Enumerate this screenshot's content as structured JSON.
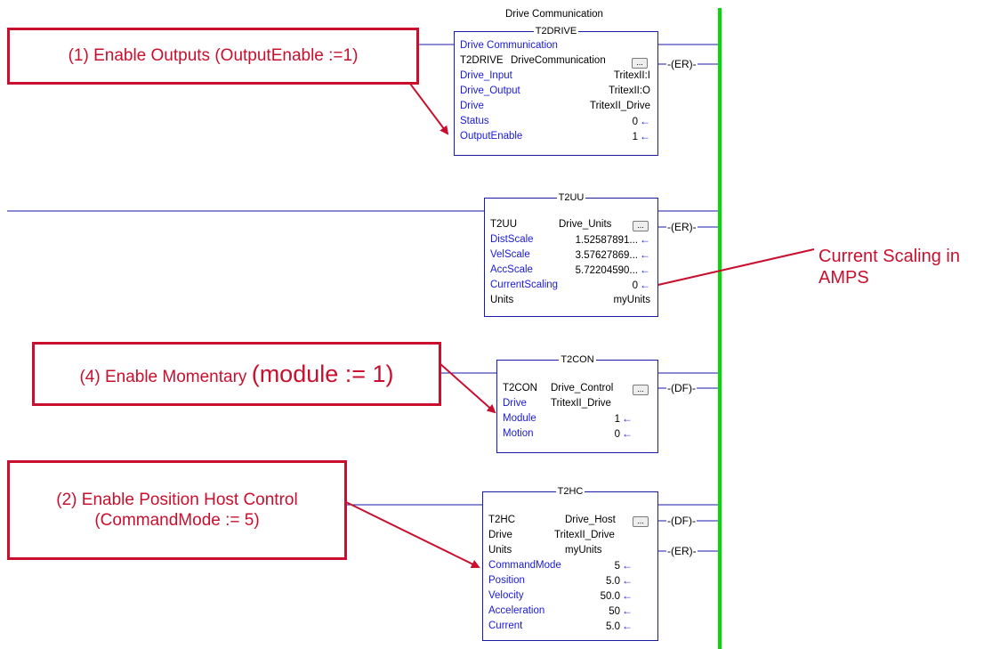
{
  "rail_color": "#00dd00",
  "wire_color": "#1a1aa8",
  "accent_red": "#c8102e",
  "rung1": {
    "title": "Drive Communication",
    "block_name": "T2DRIVE",
    "subtitle": "Drive Communication",
    "instr_label": "T2DRIVE",
    "instr_value": "DriveCommunication",
    "rows": [
      {
        "label": "Drive_Input",
        "value": "TritexII:I"
      },
      {
        "label": "Drive_Output",
        "value": "TritexII:O"
      },
      {
        "label": "Drive",
        "value": "TritexII_Drive"
      },
      {
        "label": "Status",
        "value": "0"
      },
      {
        "label": "OutputEnable",
        "value": "1"
      }
    ],
    "coil": "-(ER)-"
  },
  "rung2": {
    "block_name": "T2UU",
    "instr_label": "T2UU",
    "instr_value": "Drive_Units",
    "rows": [
      {
        "label": "DistScale",
        "value": "1.52587891..."
      },
      {
        "label": "VelScale",
        "value": "3.57627869..."
      },
      {
        "label": "AccScale",
        "value": "5.72204590..."
      },
      {
        "label": "CurrentScaling",
        "value": "0"
      },
      {
        "label": "Units",
        "value": "myUnits"
      }
    ],
    "coil": "-(ER)-"
  },
  "rung3": {
    "block_name": "T2CON",
    "instr_label": "T2CON",
    "instr_value": "Drive_Control",
    "rows": [
      {
        "label": "Drive",
        "value": "TritexII_Drive"
      },
      {
        "label": "Module",
        "value": "1"
      },
      {
        "label": "Motion",
        "value": "0"
      }
    ],
    "coil": "-(DF)-"
  },
  "rung4": {
    "block_name": "T2HC",
    "instr_label": "T2HC",
    "instr_value": "Drive_Host",
    "rows": [
      {
        "label": "Drive",
        "value": "TritexII_Drive"
      },
      {
        "label": "Units",
        "value": "myUnits"
      },
      {
        "label": "CommandMode",
        "value": "5"
      },
      {
        "label": "Position",
        "value": "5.0"
      },
      {
        "label": "Velocity",
        "value": "50.0"
      },
      {
        "label": "Acceleration",
        "value": "50"
      },
      {
        "label": "Current",
        "value": "5.0"
      }
    ],
    "coil_df": "-(DF)-",
    "coil_er": "-(ER)-"
  },
  "ellipsis": "...",
  "arrow_glyph": "←",
  "callouts": {
    "c1": "(1)   Enable Outputs (OutputEnable :=1)",
    "c4_a": "(4) Enable Momentary ",
    "c4_b": "(module := 1)",
    "c2_l1": "(2) Enable Position Host Control",
    "c2_l2": "(CommandMode := 5)",
    "note_l1": "Current Scaling in",
    "note_l2": "AMPS"
  }
}
